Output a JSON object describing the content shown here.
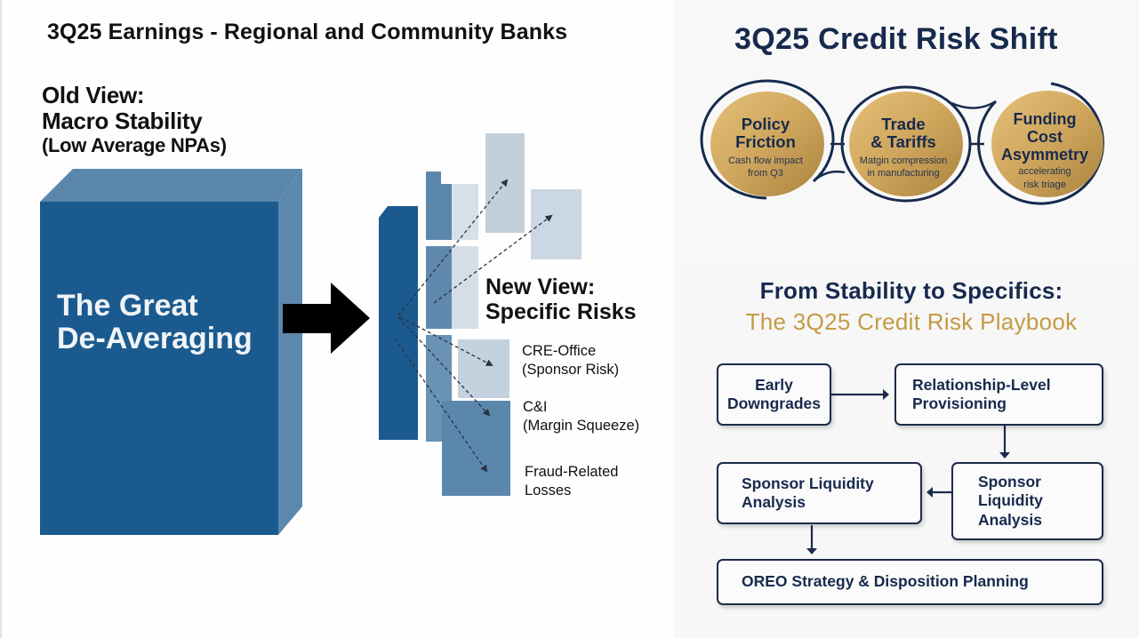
{
  "left": {
    "title": "3Q25 Earnings - Regional and Community Banks",
    "old_view": {
      "line1": "Old View:",
      "line2": "Macro Stability",
      "line3": "(Low Average NPAs)"
    },
    "block_label": {
      "line1": "The Great",
      "line2": "De-Averaging"
    },
    "new_view": {
      "line1": "New View:",
      "line2": "Specific Risks"
    },
    "risks": [
      {
        "line1": "CRE-Office",
        "line2": "(Sponsor Risk)"
      },
      {
        "line1": "C&I",
        "line2": "(Margin Squeeze)"
      },
      {
        "line1": "Fraud-Related",
        "line2": "Losses"
      }
    ]
  },
  "shift": {
    "title": "3Q25 Credit Risk Shift",
    "circles": [
      {
        "title1": "Policy",
        "title2": "Friction",
        "title3": "",
        "sub1": "Cash flow impact",
        "sub2": "from Q3"
      },
      {
        "title1": "Trade",
        "title2": "& Tariffs",
        "title3": "",
        "sub1": "Matgin compression",
        "sub2": "in manufacturing"
      },
      {
        "title1": "Funding",
        "title2": "Cost",
        "title3": "Asymmetry",
        "sub1": "accelerating",
        "sub2": "risk triage"
      }
    ]
  },
  "playbook": {
    "title1": "From Stability to Specifics:",
    "title2": "The 3Q25 Credit Risk Playbook",
    "steps": [
      {
        "line1": "Early",
        "line2": "Downgrades",
        "line3": ""
      },
      {
        "line1": "Relationship-Level",
        "line2": "Provisioning",
        "line3": ""
      },
      {
        "line1": "Sponsor",
        "line2": "Liquidity",
        "line3": "Analysis"
      },
      {
        "line1": "Sponsor Liquidity",
        "line2": "Analysis",
        "line3": ""
      },
      {
        "line1": "OREO Strategy & Disposition Planning",
        "line2": "",
        "line3": ""
      }
    ]
  },
  "colors": {
    "navy": "#172a4d",
    "gold": "#c59a45",
    "block_blue": "#1b5a8e",
    "block_side": "#5b87ad"
  }
}
